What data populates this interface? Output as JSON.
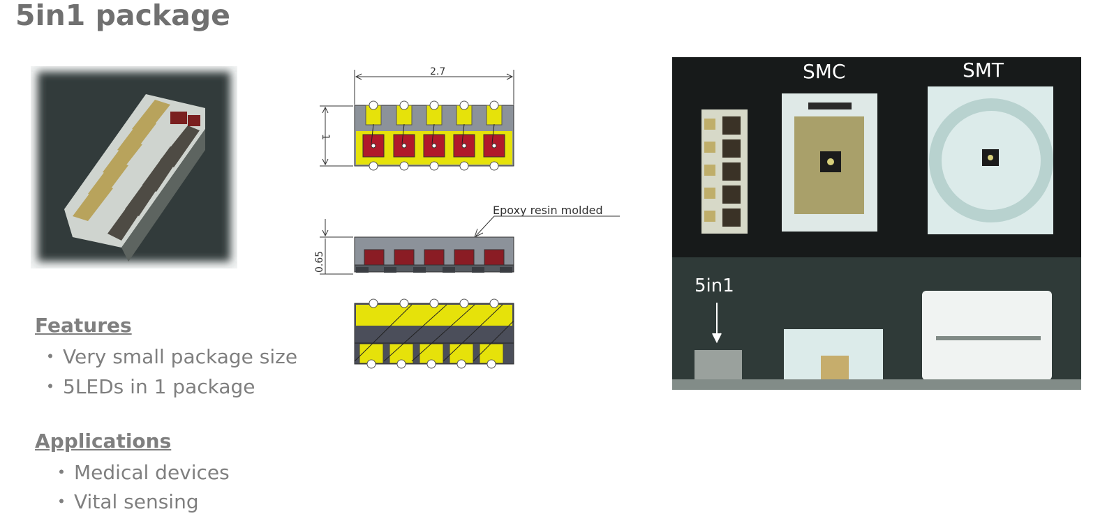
{
  "title": "5in1 package",
  "features": {
    "heading": "Features",
    "items": [
      "Very small package size",
      "5LEDs in 1 package"
    ]
  },
  "applications": {
    "heading": "Applications",
    "items": [
      "Medical devices",
      "Vital sensing"
    ]
  },
  "bullet_glyph": "・",
  "drawing": {
    "dim_width": "2.7",
    "dim_height": "1",
    "dim_thickness": "0.65",
    "epoxy_label": "Epoxy resin molded"
  },
  "comparison": {
    "label_smc": "SMC",
    "label_smt": "SMT",
    "label_5in1": "5in1"
  }
}
